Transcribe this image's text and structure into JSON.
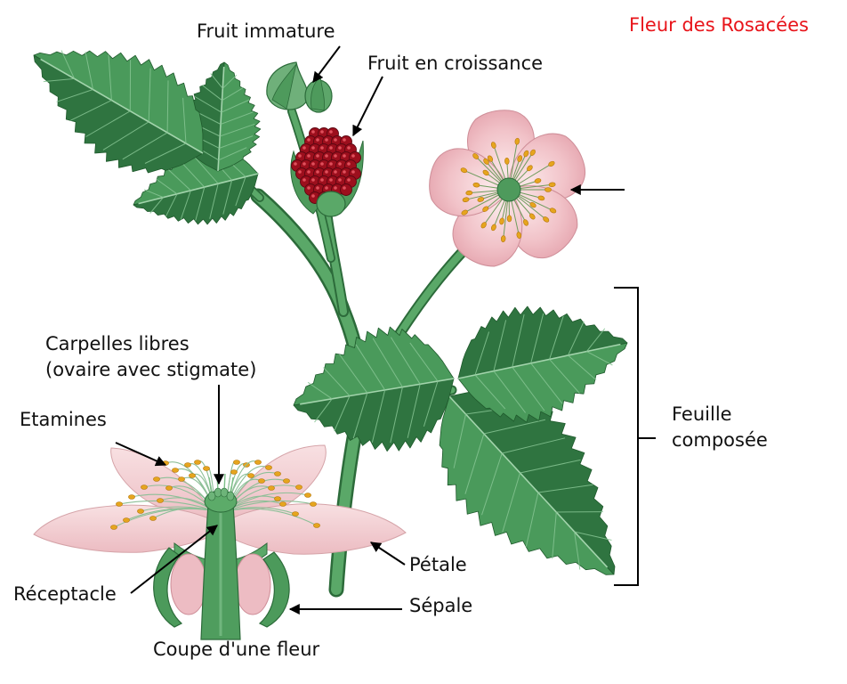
{
  "title": {
    "text": "Fleur des Rosacées",
    "color": "#e8141a"
  },
  "labels": {
    "fruit_immature": "Fruit immature",
    "fruit_croissance": "Fruit en croissance",
    "carpelles_line1": "Carpelles libres",
    "carpelles_line2": "(ovaire avec stigmate)",
    "etamines": "Etamines",
    "feuille_line1": "Feuille",
    "feuille_line2": "composée",
    "petale": "Pétale",
    "receptacle": "Réceptacle",
    "sepale": "Sépale",
    "coupe": "Coupe d'une fleur"
  },
  "colors": {
    "leaf": "#4a9a5b",
    "leaf_dark": "#2f7440",
    "stem": "#5aa868",
    "petal": "#f2cfd2",
    "stamen_tip": "#e6a51e",
    "fruit": "#9c0f1d",
    "label": "#111111"
  }
}
